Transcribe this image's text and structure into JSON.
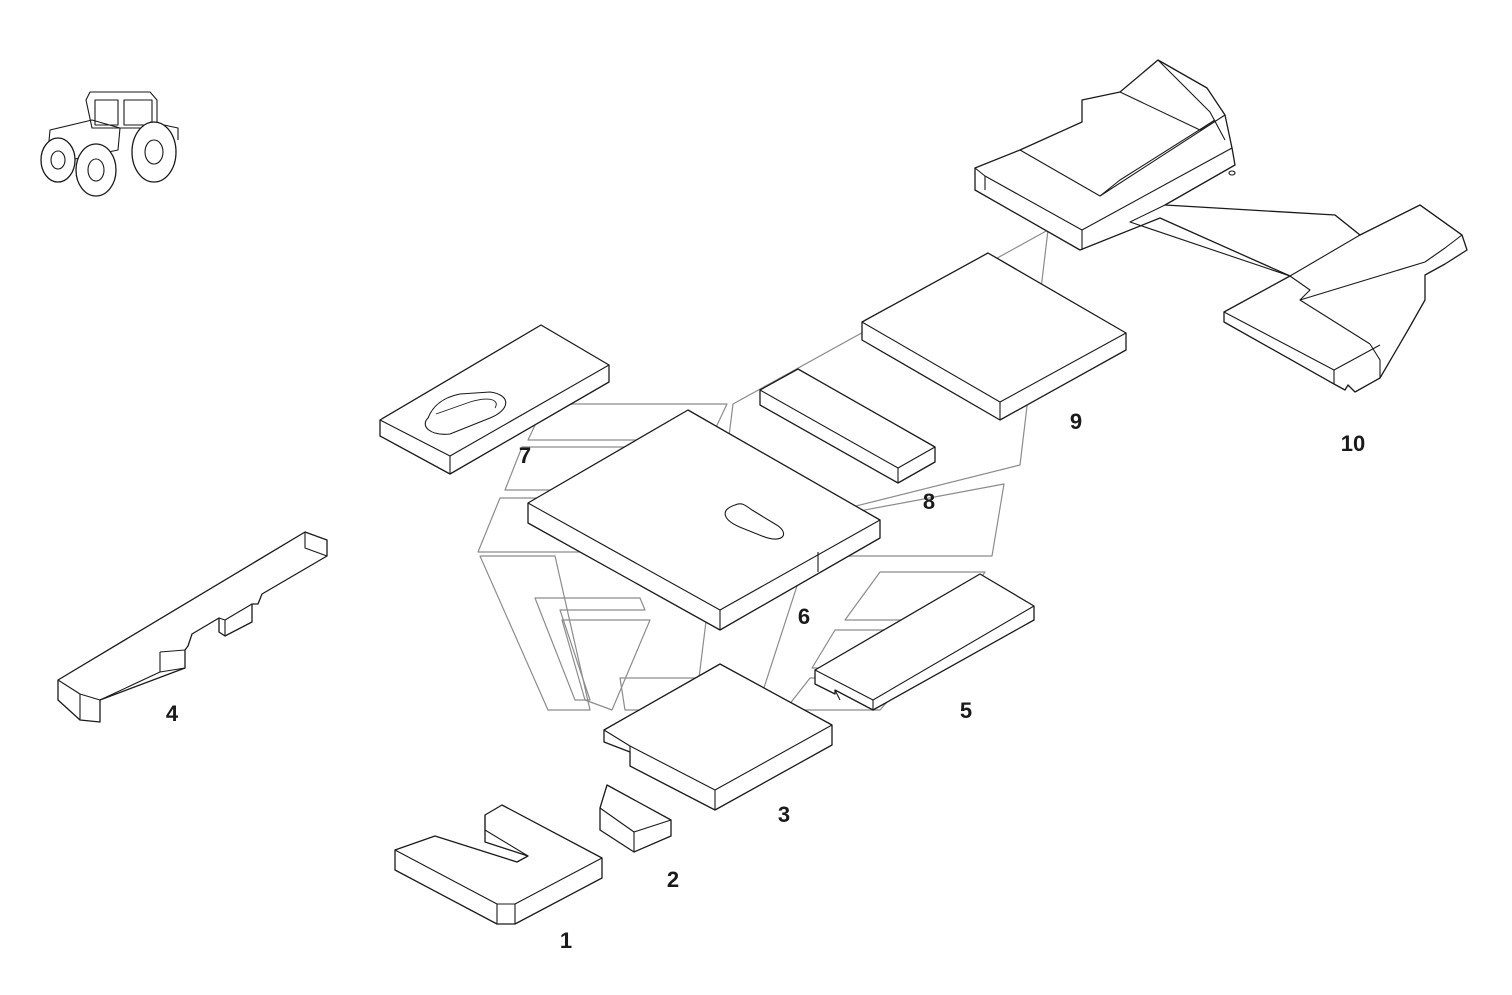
{
  "diagram": {
    "callouts": [
      {
        "id": "1",
        "text": "1"
      },
      {
        "id": "2",
        "text": "2"
      },
      {
        "id": "3",
        "text": "3"
      },
      {
        "id": "4",
        "text": "4"
      },
      {
        "id": "5",
        "text": "5"
      },
      {
        "id": "6",
        "text": "6"
      },
      {
        "id": "7",
        "text": "7"
      },
      {
        "id": "8",
        "text": "8"
      },
      {
        "id": "9",
        "text": "9"
      },
      {
        "id": "10",
        "text": "10"
      }
    ],
    "icons": [
      "tractor-icon",
      "watermark-logo"
    ],
    "colors": {
      "line": "#1a1a1a",
      "watermark": "#8c8c8c",
      "background": "#ffffff"
    }
  }
}
